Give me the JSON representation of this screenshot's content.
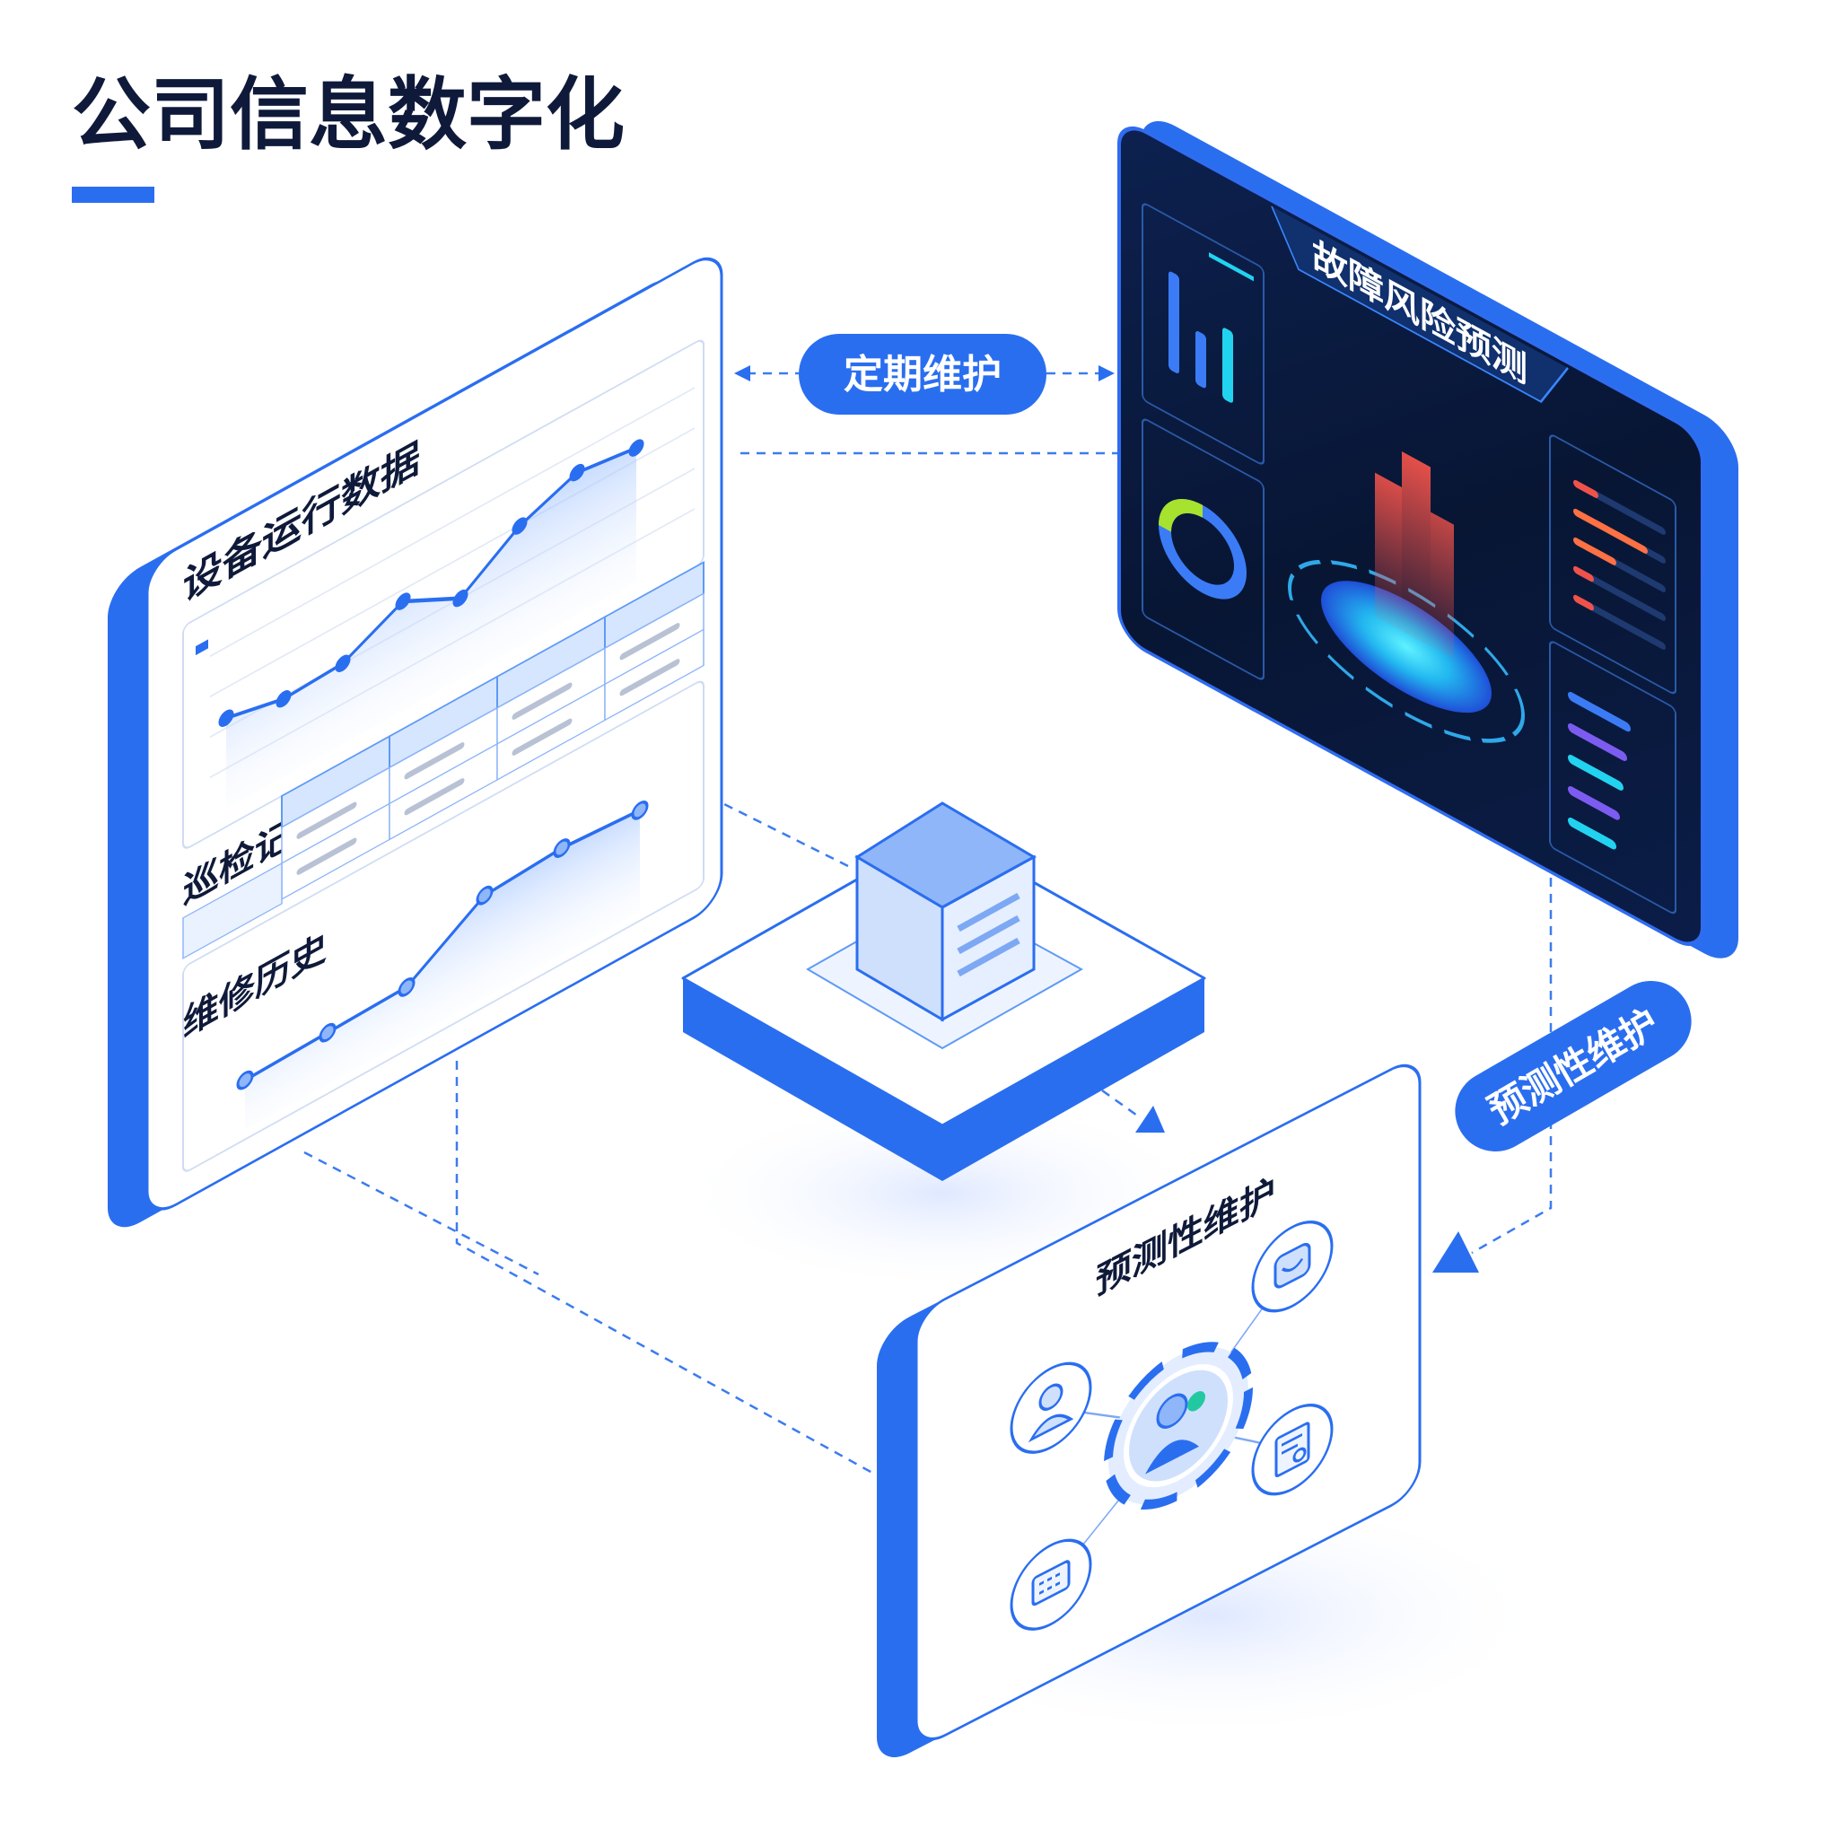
{
  "title": "公司信息数字化",
  "colors": {
    "brand_blue": "#2a6ef0",
    "dark_navy_text": "#0f1a3a",
    "dashboard_bg": "#0a1838",
    "light_blue_fill": "#d6e6ff",
    "cyan_glow": "#22d3f0",
    "risk_red": "#f0524a"
  },
  "left_panel": {
    "operation_data_title": "设备运行数据",
    "inspection_title": "巡检记录",
    "repair_history_title": "维修历史"
  },
  "right_panel": {
    "title": "故障风险预测"
  },
  "bottom_panel": {
    "title": "预测性维护",
    "icons": [
      "team-icon",
      "user-icon",
      "support-chat-icon",
      "document-search-icon",
      "message-icon"
    ]
  },
  "connectors": {
    "scheduled_maintenance": "定期维护",
    "predictive_maintenance": "预测性维护"
  }
}
